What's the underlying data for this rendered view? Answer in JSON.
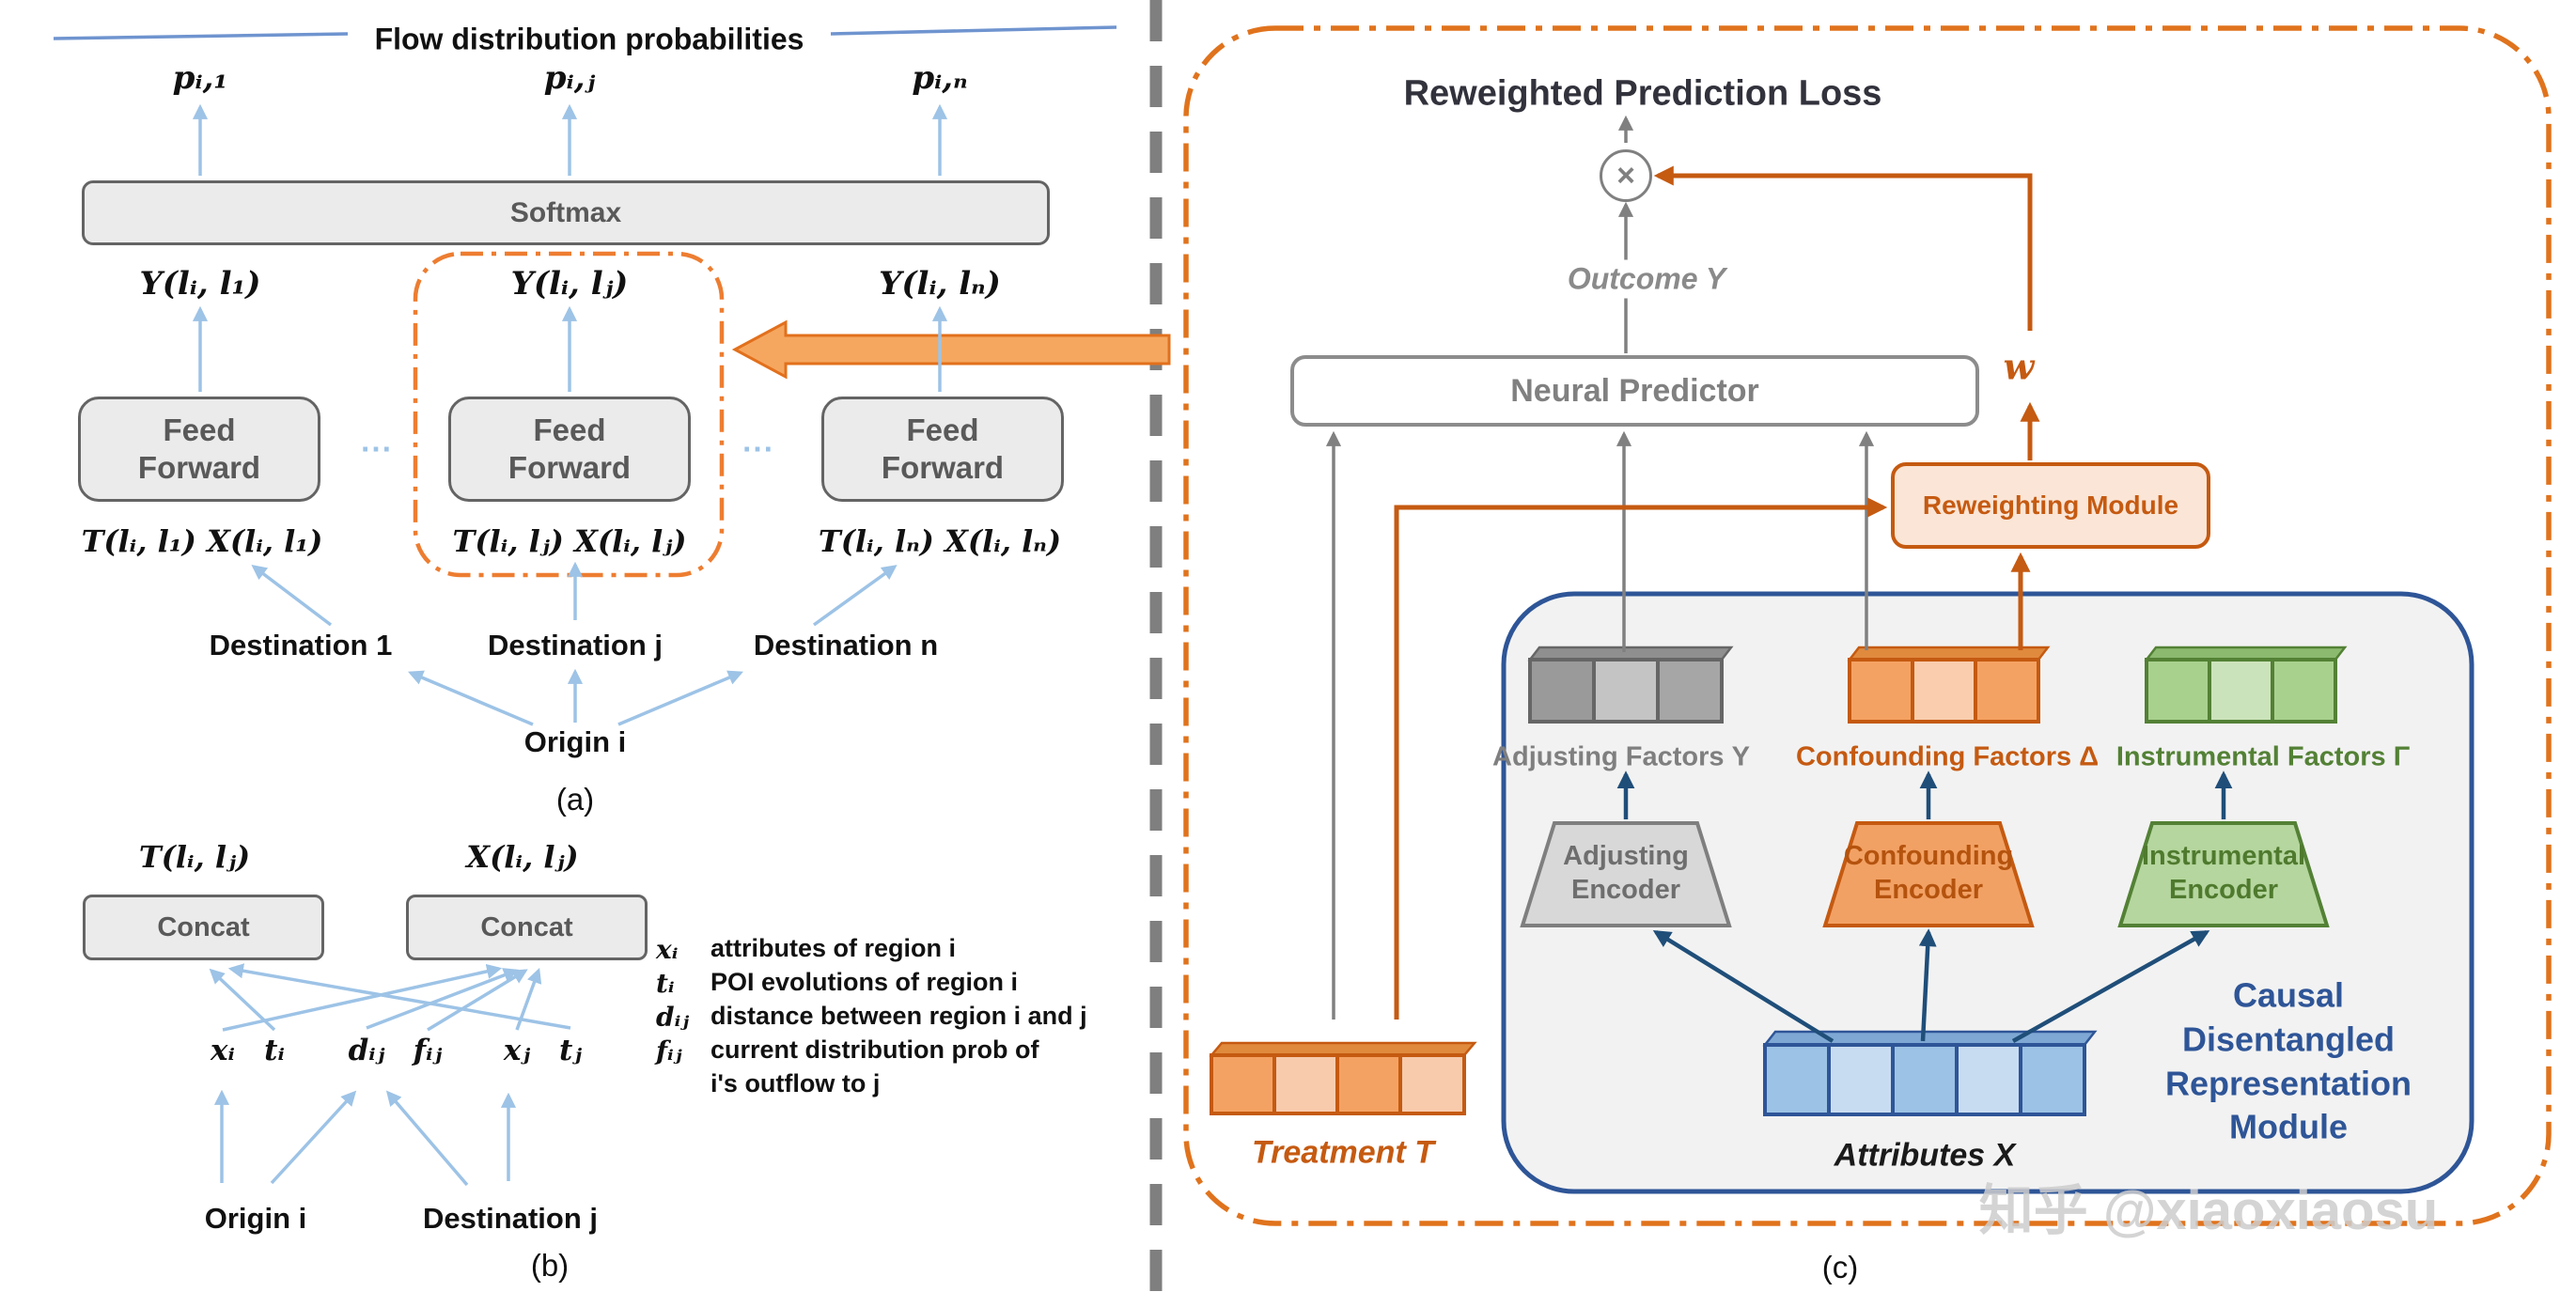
{
  "panel_a": {
    "heading": "Flow distribution probabilities",
    "prob_labels": [
      "pᵢ,₁",
      "pᵢ,ⱼ",
      "pᵢ,ₙ"
    ],
    "softmax_label": "Softmax",
    "y_labels": [
      "Y(lᵢ, l₁)",
      "Y(lᵢ, lⱼ)",
      "Y(lᵢ, lₙ)"
    ],
    "feed_forward_label": "Feed\nForward",
    "ellipsis": "⋯",
    "tx_labels": [
      "T(lᵢ, l₁) X(lᵢ, l₁)",
      "T(lᵢ, lⱼ)  X(lᵢ, lⱼ)",
      "T(lᵢ, lₙ) X(lᵢ, lₙ)"
    ],
    "destination_labels": [
      "Destination 1",
      "Destination j",
      "Destination n"
    ],
    "origin_label": "Origin i",
    "caption": "(a)"
  },
  "panel_b": {
    "t_label": "T(lᵢ, lⱼ)",
    "x_label": "X(lᵢ, lⱼ)",
    "concat_label": "Concat",
    "variables": [
      "xᵢ",
      "tᵢ",
      "dᵢⱼ",
      "fᵢⱼ",
      "xⱼ",
      "tⱼ"
    ],
    "origin_label": "Origin i",
    "destination_label": "Destination j",
    "caption": "(b)",
    "legend": [
      {
        "symbol": "xᵢ",
        "desc": "attributes of region i"
      },
      {
        "symbol": "tᵢ",
        "desc": "POI evolutions of region i"
      },
      {
        "symbol": "dᵢⱼ",
        "desc": "distance between region i and j"
      },
      {
        "symbol": "fᵢⱼ",
        "desc": "current distribution prob of"
      },
      {
        "symbol": "",
        "desc": "i's outflow to j"
      }
    ]
  },
  "panel_c": {
    "title": "Reweighted Prediction Loss",
    "multiply_symbol": "×",
    "outcome_label": "Outcome Y",
    "predictor_label": "Neural Predictor",
    "weight_label": "w",
    "reweighting_label": "Reweighting Module",
    "factors": [
      {
        "label": "Adjusting Factors Υ",
        "encoder": "Adjusting\nEncoder"
      },
      {
        "label": "Confounding Factors Δ",
        "encoder": "Confounding\nEncoder"
      },
      {
        "label": "Instrumental Factors Γ",
        "encoder": "Instrumental\nEncoder"
      }
    ],
    "module_title": "Causal Disentangled\nRepresentation\nModule",
    "treatment_label": "Treatment T",
    "attributes_label": "Attributes X",
    "caption": "(c)"
  },
  "watermark": "知乎 @xiaoxiaosu",
  "colors": {
    "accent_orange": "#ED7D31",
    "dark_orange": "#C55A11",
    "peach_fill": "#FBE5D6",
    "light_blue_arrow": "#9DC3E6",
    "heading_line_blue": "#6F94CF",
    "dark_blue_arrow": "#1F4E79",
    "module_border_blue": "#2E5597",
    "gray": "#7F7F7F",
    "green": "#538135",
    "box_fill_gray": "#EBEBEB"
  }
}
